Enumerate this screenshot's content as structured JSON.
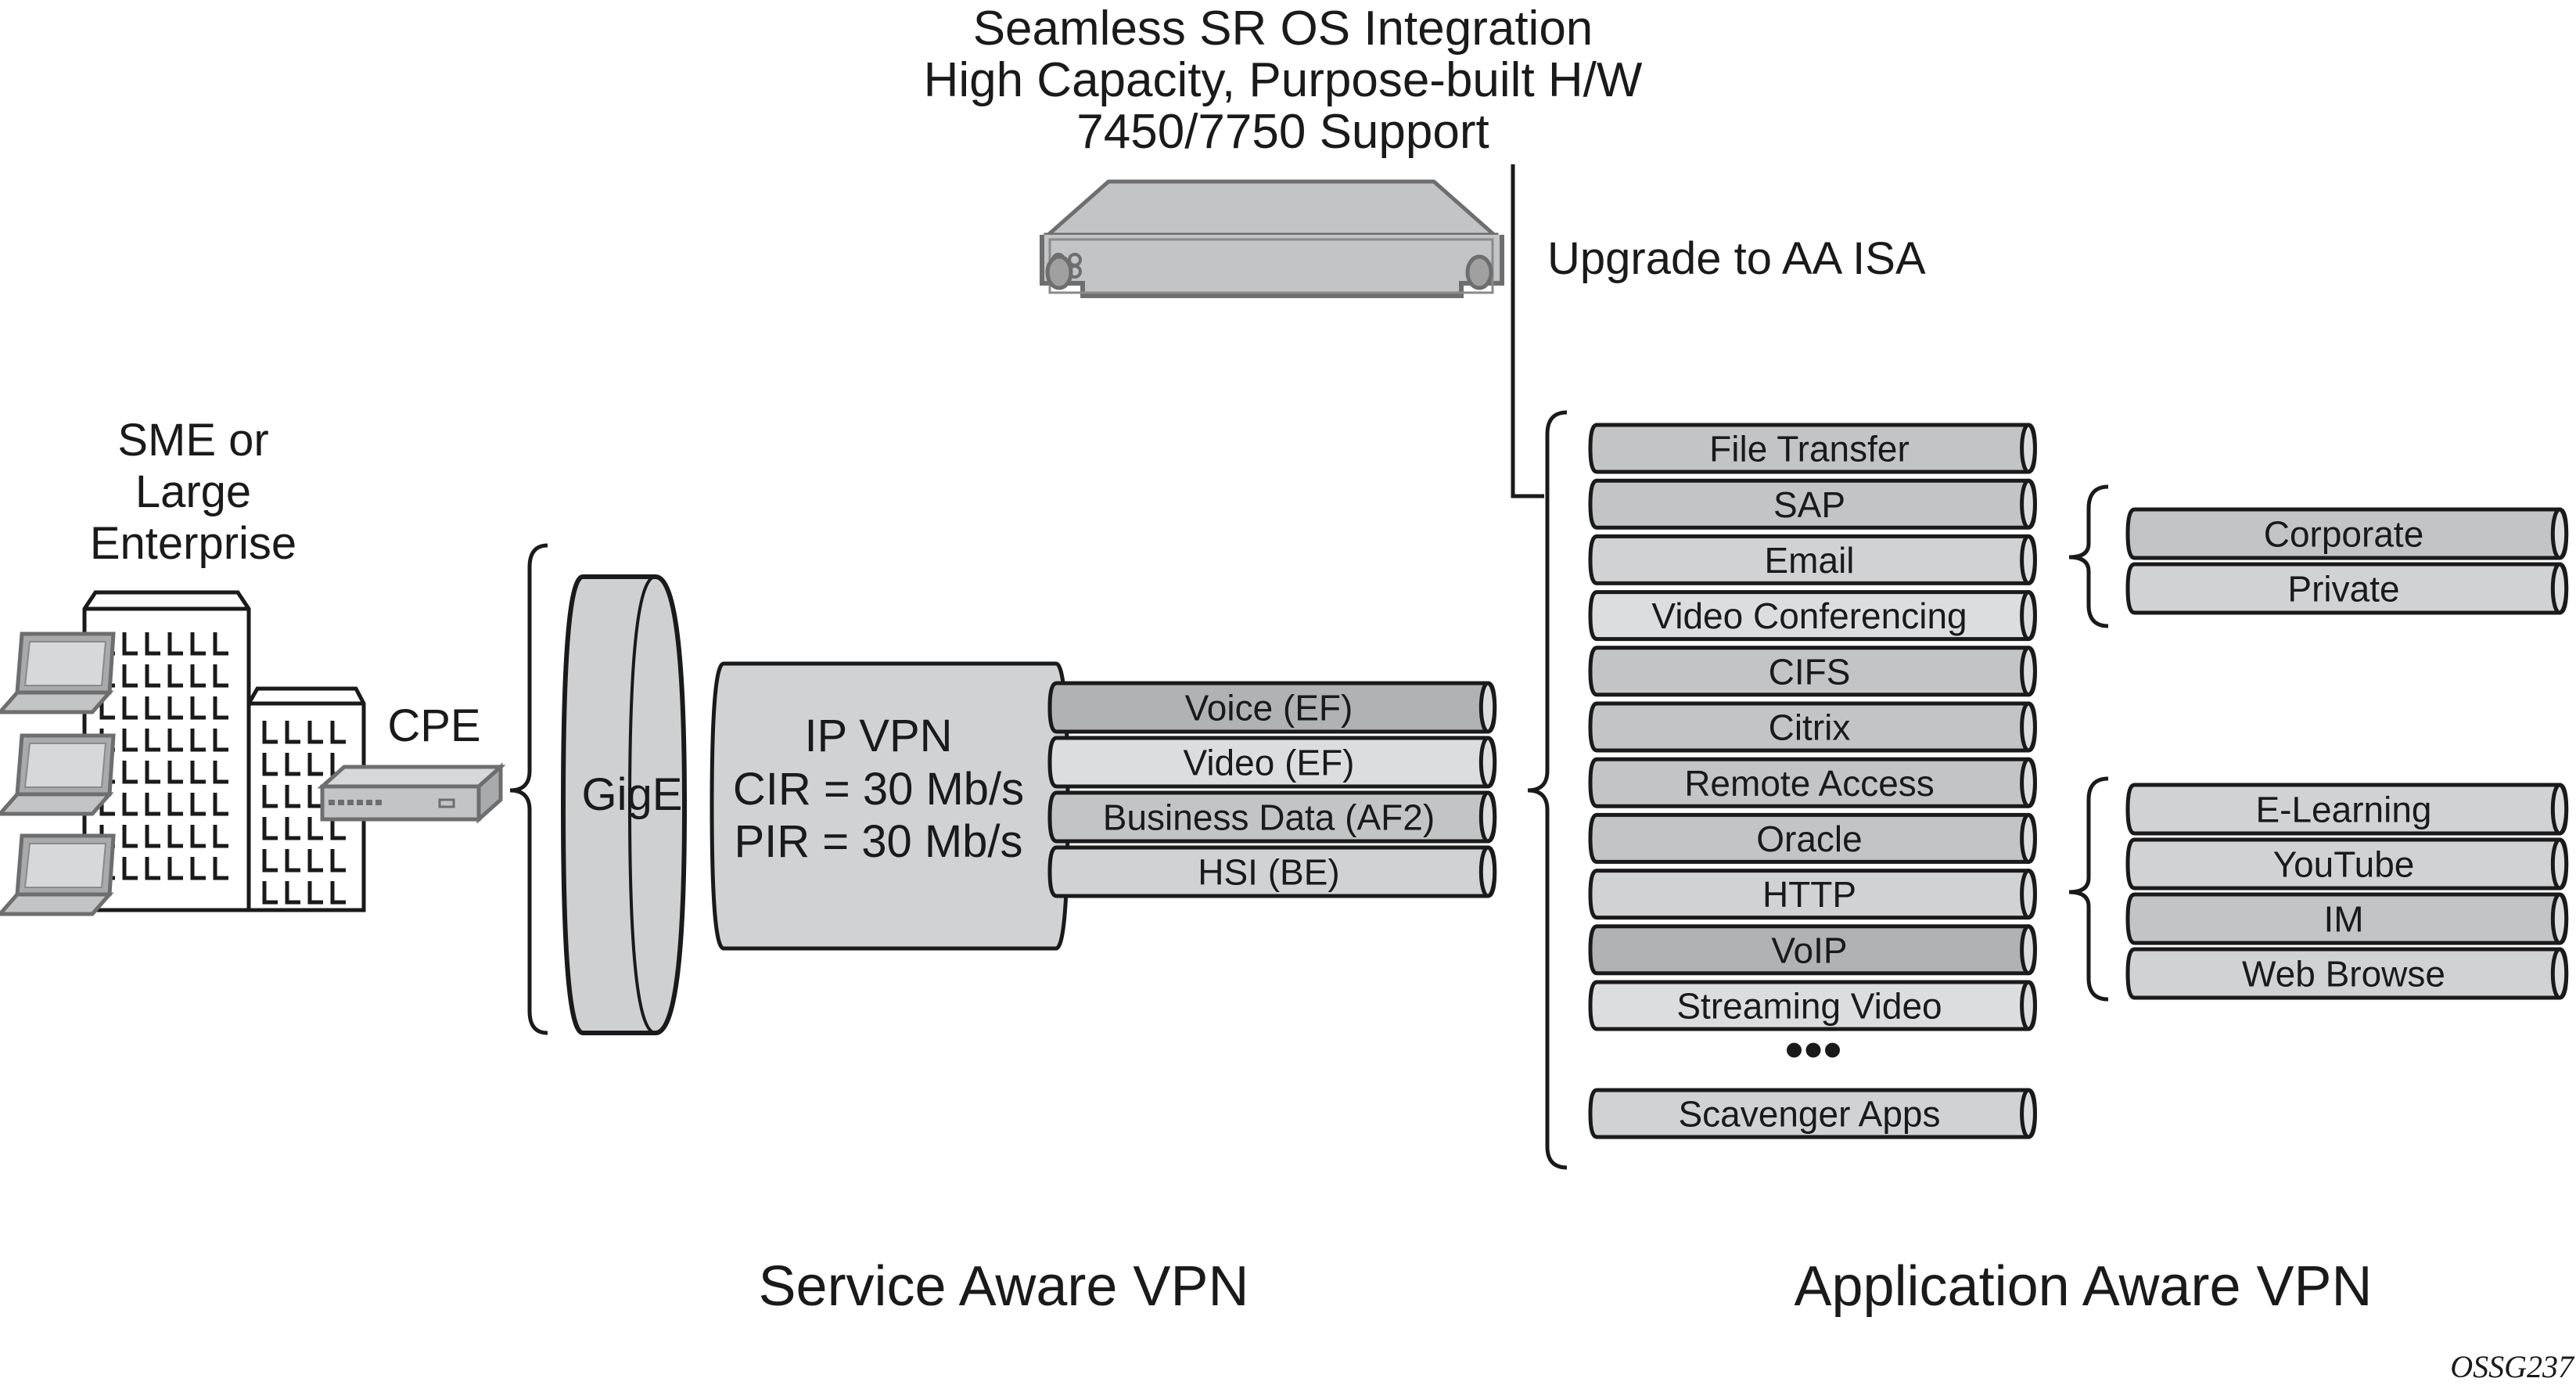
{
  "header": {
    "lines": [
      "Seamless SR OS Integration",
      "High Capacity, Purpose-built H/W",
      "7450/7750 Support"
    ]
  },
  "upgrade_label": "Upgrade to AA ISA",
  "enterprise": {
    "label_lines": [
      "SME or",
      "Large",
      "Enterprise"
    ],
    "cpe_label": "CPE"
  },
  "service_vpn": {
    "link_label": "GigE",
    "vpn_lines": [
      "IP VPN",
      "CIR = 30 Mb/s",
      "PIR = 30 Mb/s"
    ],
    "classes": [
      {
        "label": "Voice (EF)",
        "shade": "#b1b2b4"
      },
      {
        "label": "Video (EF)",
        "shade": "#dcdddf"
      },
      {
        "label": "Business Data (AF2)",
        "shade": "#c3c4c6"
      },
      {
        "label": "HSI (BE)",
        "shade": "#d1d2d4"
      }
    ]
  },
  "applications": {
    "items": [
      {
        "label": "File Transfer",
        "shade": "#c3c4c6"
      },
      {
        "label": "SAP",
        "shade": "#c3c4c6"
      },
      {
        "label": "Email",
        "shade": "#d1d2d4"
      },
      {
        "label": "Video Conferencing",
        "shade": "#dcdddf"
      },
      {
        "label": "CIFS",
        "shade": "#c3c4c6"
      },
      {
        "label": "Citrix",
        "shade": "#c3c4c6"
      },
      {
        "label": "Remote Access",
        "shade": "#c3c4c6"
      },
      {
        "label": "Oracle",
        "shade": "#c3c4c6"
      },
      {
        "label": "HTTP",
        "shade": "#d1d2d4"
      },
      {
        "label": "VoIP",
        "shade": "#b1b2b4"
      },
      {
        "label": "Streaming Video",
        "shade": "#dcdddf"
      }
    ],
    "ellipsis": "•••",
    "last": {
      "label": "Scavenger Apps",
      "shade": "#d1d2d4"
    }
  },
  "email_group": [
    {
      "label": "Corporate",
      "shade": "#c3c4c6"
    },
    {
      "label": "Private",
      "shade": "#d1d2d4"
    }
  ],
  "http_group": [
    {
      "label": "E-Learning",
      "shade": "#d1d2d4"
    },
    {
      "label": "YouTube",
      "shade": "#d1d2d4"
    },
    {
      "label": "IM",
      "shade": "#c3c4c6"
    },
    {
      "label": "Web Browse",
      "shade": "#d1d2d4"
    }
  ],
  "footer": {
    "service_aware": "Service Aware VPN",
    "application_aware": "Application Aware VPN",
    "figure_id": "OSSG237"
  }
}
